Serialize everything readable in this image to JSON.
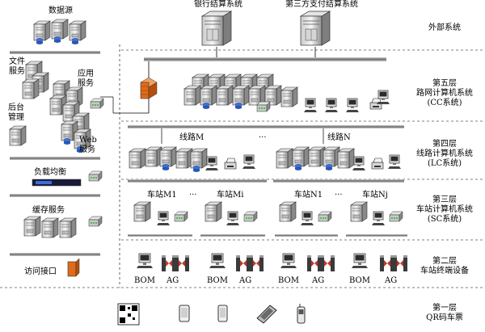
{
  "external": {
    "bank": "银行结算系统",
    "third_party": "第三方支付结算系统"
  },
  "left": {
    "data_source": "数据源",
    "file_service_1": "文件",
    "file_service_2": "服务",
    "app_service_1": "应用",
    "app_service_2": "服务",
    "backend_1": "后台",
    "backend_2": "管理",
    "web_service_1": "Web",
    "web_service_2": "服务",
    "load_balance": "负载均衡",
    "cache_service": "缓存服务",
    "access_interface": "访问接口"
  },
  "lines": {
    "line_m": "线路M",
    "line_n": "线路N",
    "dots": "···"
  },
  "stations": {
    "m1": "车站M1",
    "mi": "车站Mi",
    "n1": "车站N1",
    "nj": "车站Nj",
    "dots": "···"
  },
  "terminals": {
    "bom": "BOM",
    "ag": "AG"
  },
  "layers": {
    "external": "外部系统",
    "l5_1": "第五层",
    "l5_2": "路网计算机系统",
    "l5_3": "(CC系统)",
    "l4_1": "第四层",
    "l4_2": "线路计算机系统",
    "l4_3": "(LC系统)",
    "l3_1": "第三层",
    "l3_2": "车站计算机系统",
    "l3_3": "(SC系统)",
    "l2_1": "第二层",
    "l2_2": "车站终端设备",
    "l1_1": "第一层",
    "l1_2": "QR码车票"
  },
  "colors": {
    "server_light": "#f2f2f2",
    "server_dark": "#9a9a9a",
    "line": "#000000",
    "bus": "#7f7f7f",
    "firewall": "#e06b1a",
    "disk": "#3a6fd8"
  }
}
